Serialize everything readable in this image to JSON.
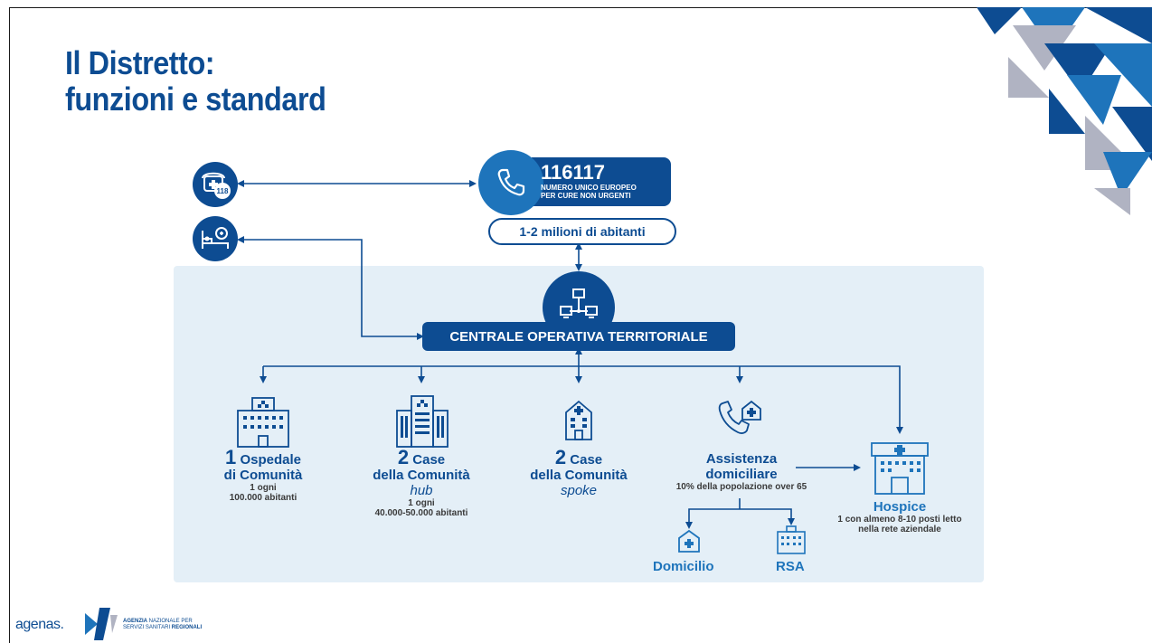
{
  "slide": {
    "title_line1": "Il Distretto:",
    "title_line2": "funzioni e standard"
  },
  "top": {
    "phone_number": "116117",
    "phone_sub1": "NUMERO UNICO EUROPEO",
    "phone_sub2": "PER CURE NON URGENTI",
    "population": "1-2 milioni di abitanti",
    "emergency_code": "118"
  },
  "central": {
    "label": "CENTRALE OPERATIVA TERRITORIALE"
  },
  "items": [
    {
      "count": "1",
      "name_a": "Ospedale",
      "name_b": "di Comunità",
      "sub": "",
      "note1": "1 ogni",
      "note2": "100.000 abitanti"
    },
    {
      "count": "2",
      "name_a": "Case",
      "name_b": "della Comunità",
      "sub": "hub",
      "note1": "1 ogni",
      "note2": "40.000-50.000 abitanti"
    },
    {
      "count": "2",
      "name_a": "Case",
      "name_b": "della Comunità",
      "sub": "spoke",
      "note1": "",
      "note2": ""
    }
  ],
  "assistenza": {
    "line1": "Assistenza",
    "line2": "domiciliare",
    "note": "10% della popolazione over 65",
    "child1": "Domicilio",
    "child2": "RSA"
  },
  "hospice": {
    "label": "Hospice",
    "note1": "1 con almeno 8-10 posti letto",
    "note2": "nella rete aziendale"
  },
  "logo": {
    "name": "agenas.",
    "sub_bold": "AGENZIA",
    "sub_line1": "NAZIONALE PER",
    "sub_line2a": "SERVIZI SANITARI",
    "sub_line2b": "REGIONALI"
  },
  "colors": {
    "primary": "#0d4c92",
    "accent": "#1e74bb",
    "panel": "#e4eff7",
    "grey": "#b0b3c2"
  }
}
